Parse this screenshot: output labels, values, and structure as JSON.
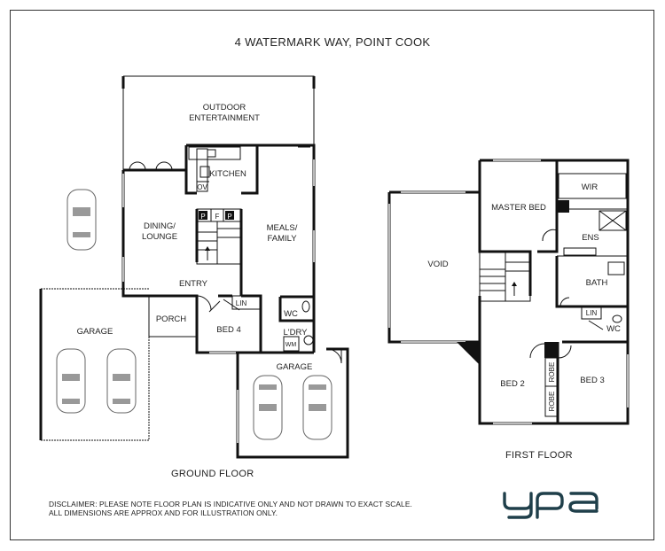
{
  "title": "4 WATERMARK WAY, POINT COOK",
  "floors": {
    "ground_label": "GROUND FLOOR",
    "first_label": "FIRST FLOOR"
  },
  "rooms": {
    "outdoor_1": "OUTDOOR",
    "outdoor_2": "ENTERTAINMENT",
    "kitchen": "KITCHEN",
    "ov": "OV",
    "p1": "P",
    "f": "F",
    "p2": "P",
    "dining_1": "DINING/",
    "dining_2": "LOUNGE",
    "meals_1": "MEALS/",
    "meals_2": "FAMILY",
    "entry": "ENTRY",
    "lin_ground": "LIN",
    "porch": "PORCH",
    "bed4": "BED 4",
    "wc_ground": "WC",
    "ldry": "L'DRY",
    "wm": "WM",
    "garage_left": "GARAGE",
    "garage_main": "GARAGE",
    "void": "VOID",
    "master_bed": "MASTER BED",
    "wir": "WIR",
    "ens": "ENS",
    "bath": "BATH",
    "lin_first": "LIN",
    "wc_first": "WC",
    "bed2": "BED 2",
    "robe1": "ROBE",
    "robe2": "ROBE",
    "bed3": "BED 3"
  },
  "disclaimer": {
    "line1": "DISCLAIMER: PLEASE NOTE FLOOR PLAN IS INDICATIVE ONLY AND NOT DRAWN TO EXACT SCALE.",
    "line2": "ALL DIMENSIONS ARE APPROX AND FOR ILLUSTRATION ONLY."
  },
  "logo": {
    "text": "ypa",
    "color": "#1f3f4a"
  }
}
